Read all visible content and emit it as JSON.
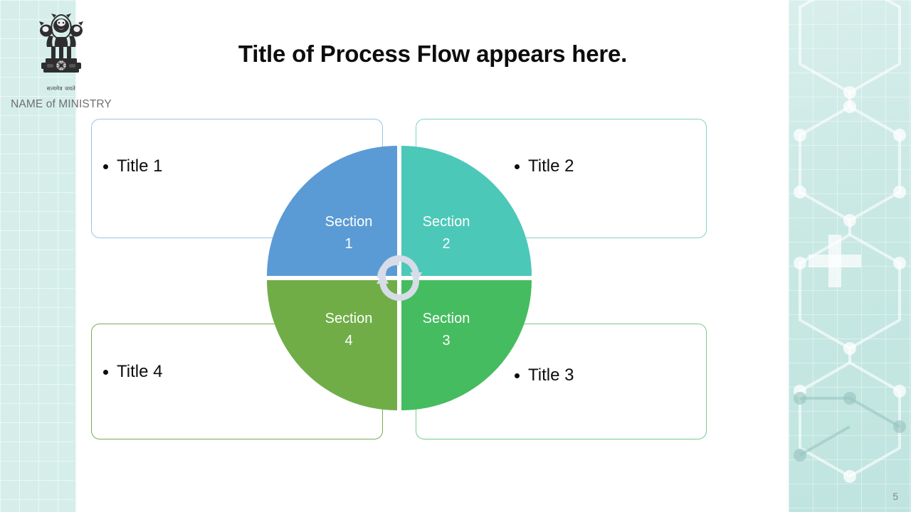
{
  "slide": {
    "title": "Title of Process Flow appears here.",
    "page_number": "5",
    "background_color": "#ffffff"
  },
  "branding": {
    "emblem_icon": "india-state-emblem-icon",
    "emblem_motto": "सत्यमेव जयते",
    "ministry_name": "NAME of MINISTRY",
    "ministry_name_color": "#6f6f6f"
  },
  "decor": {
    "left_stripe_color": "#d5eeea",
    "right_panel_color": "#c8e8e3",
    "right_panel_pattern": "hexagon-network-pattern",
    "cross_icon": "medical-cross-icon"
  },
  "wheel": {
    "center_icon": "cycle-refresh-icon",
    "center_icon_color": "#d6dce8",
    "quadrants": [
      {
        "id": "q1",
        "label_line1": "Section",
        "label_line2": "1",
        "color": "#5b9bd5",
        "position": "top-left"
      },
      {
        "id": "q2",
        "label_line1": "Section",
        "label_line2": "2",
        "color": "#4cc8b8",
        "position": "top-right"
      },
      {
        "id": "q3",
        "label_line1": "Section",
        "label_line2": "3",
        "color": "#45bc5f",
        "position": "bottom-right"
      },
      {
        "id": "q4",
        "label_line1": "Section",
        "label_line2": "4",
        "color": "#70ad47",
        "position": "bottom-left"
      }
    ]
  },
  "callouts": [
    {
      "id": "box1",
      "title": "Title 1",
      "border_color": "#9cc3e5",
      "position": "top-left"
    },
    {
      "id": "box2",
      "title": "Title 2",
      "border_color": "#7fd4c8",
      "position": "top-right"
    },
    {
      "id": "box3",
      "title": "Title 3",
      "border_color": "#77cc8c",
      "position": "bottom-right"
    },
    {
      "id": "box4",
      "title": "Title 4",
      "border_color": "#7aab53",
      "position": "bottom-left"
    }
  ]
}
